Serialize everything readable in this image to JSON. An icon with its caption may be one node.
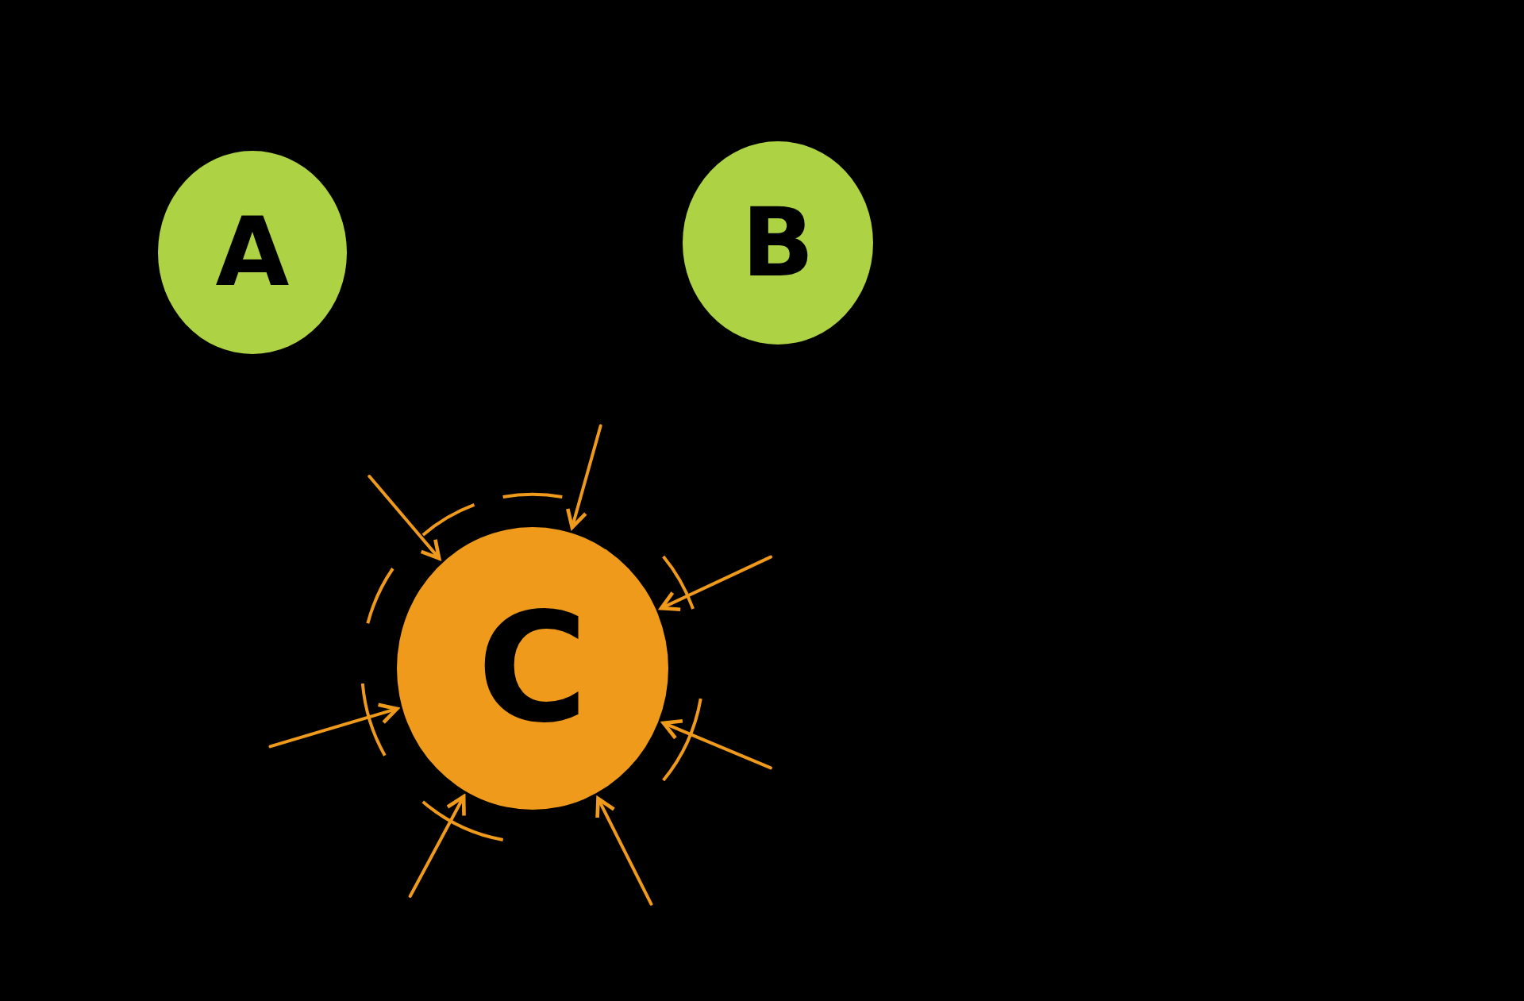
{
  "diagram": {
    "nodes": [
      {
        "text": [
          "A"
        ]
      },
      {
        "text": [
          "B"
        ]
      },
      {
        "text": [
          "C"
        ]
      }
    ],
    "edges": [
      {
        "from": null,
        "to": 2,
        "arrow": "to"
      },
      {
        "from": null,
        "to": 2,
        "arrow": "to"
      },
      {
        "from": null,
        "to": 2,
        "arrow": "to"
      },
      {
        "from": null,
        "to": 2,
        "arrow": "to"
      },
      {
        "from": null,
        "to": 2,
        "arrow": "to"
      },
      {
        "from": null,
        "to": 2,
        "arrow": "to"
      },
      {
        "from": null,
        "to": 2,
        "arrow": "to"
      }
    ]
  }
}
